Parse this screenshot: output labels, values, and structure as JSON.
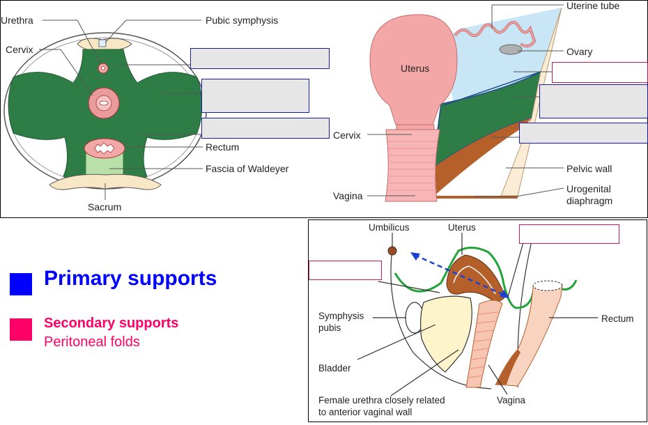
{
  "cross_section": {
    "labels": {
      "urethra": "Urethra",
      "pubic_symphysis": "Pubic symphysis",
      "cervix": "Cervix",
      "rectum": "Rectum",
      "fascia": "Fascia of Waldeyer",
      "sacrum": "Sacrum"
    }
  },
  "coronal_section": {
    "labels": {
      "uterine_tube": "Uterine tube",
      "uterus": "Uterus",
      "ovary": "Ovary",
      "cervix": "Cervix",
      "pelvic_wall": "Pelvic wall",
      "vagina": "Vagina",
      "urogenital_1": "Urogenital",
      "urogenital_2": "diaphragm"
    }
  },
  "sagittal_section": {
    "labels": {
      "umbilicus": "Umbilicus",
      "uterus": "Uterus",
      "symphysis_1": "Symphysis",
      "symphysis_2": "pubis",
      "rectum": "Rectum",
      "bladder": "Bladder",
      "vagina": "Vagina",
      "urethra_1": "Female urethra closely related",
      "urethra_2": "to anterior vaginal wall"
    }
  },
  "legend": {
    "primary": {
      "label": "Primary supports",
      "color": "#0000ff"
    },
    "secondary": {
      "label": "Secondary supports",
      "sublabel": "Peritoneal folds",
      "color": "#ff0066"
    }
  },
  "colors": {
    "ligament_green": "#2e7d46",
    "tissue_pink": "#f4a7a7",
    "bone_beige": "#f7e7c4",
    "broad_ligament_blue": "#c8e6f5"
  }
}
